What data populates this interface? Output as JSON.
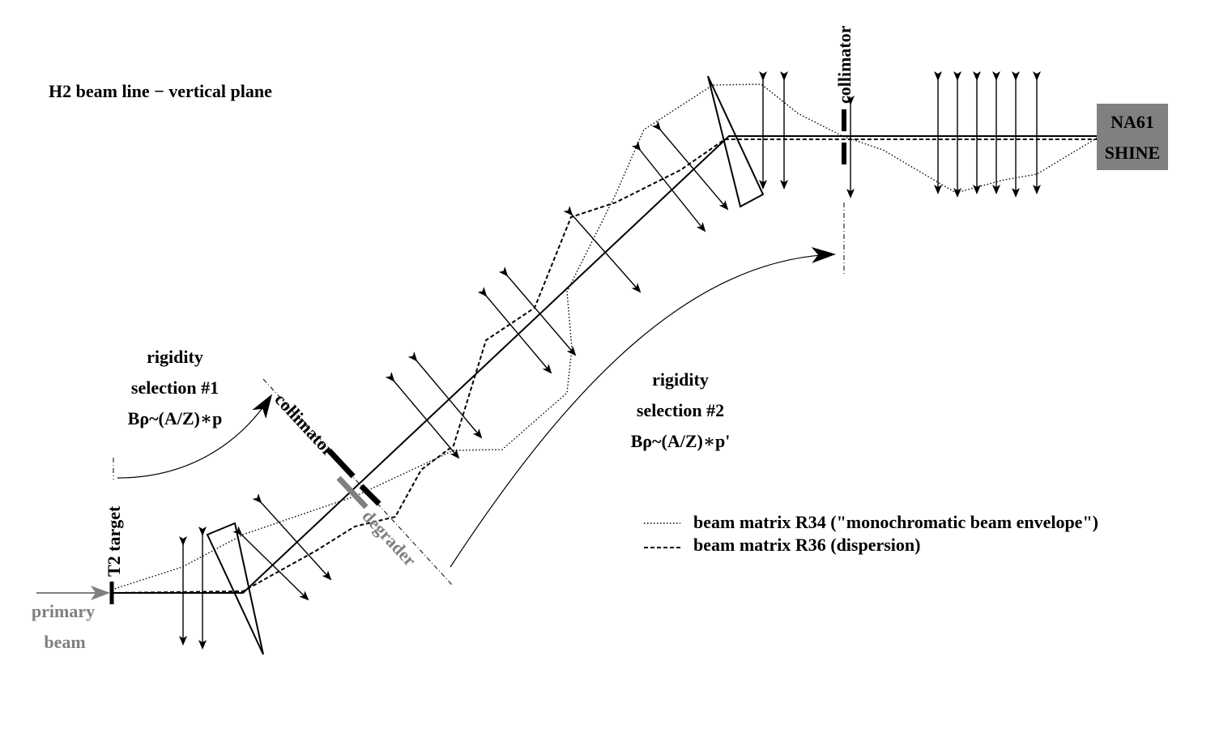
{
  "title": "H2 beam line − vertical plane",
  "labels": {
    "collimator_top": "collimator",
    "collimator_mid": "collimator",
    "degrader": "degrader",
    "target": "T2 target",
    "primary_line1": "primary",
    "primary_line2": "beam",
    "rig1_line1": "rigidity",
    "rig1_line2": "selection #1",
    "rig1_line3": "Bρ~(A/Z)∗p",
    "rig2_line1": "rigidity",
    "rig2_line2": "selection #2",
    "rig2_line3": "Bρ~(A/Z)∗p'",
    "experiment_line1": "NA61",
    "experiment_line2": "SHINE"
  },
  "legend": {
    "r34": "beam matrix R34 (\"monochromatic beam envelope\")",
    "r36": "beam matrix R36 (dispersion)"
  },
  "colors": {
    "ink": "#000000",
    "grey_text": "#808080",
    "degrader": "#808080",
    "experiment_box": "#808080"
  }
}
